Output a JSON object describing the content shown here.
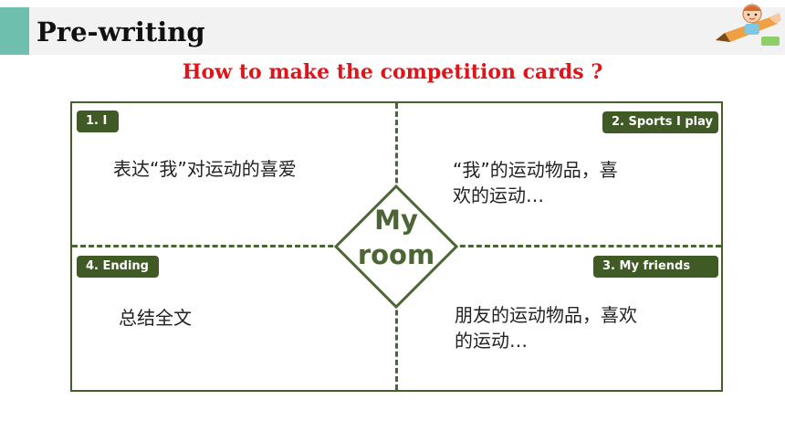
{
  "header": {
    "title": "Pre-writing"
  },
  "subtitle": "How to make the competition cards ?",
  "diagram": {
    "center": {
      "line1": "My",
      "line2": "room"
    },
    "quadrants": [
      {
        "tag": "1. I",
        "text": "表达“我”对运动的喜爱"
      },
      {
        "tag": "2. Sports I play",
        "text_line1": "“我”的运动物品，喜",
        "text_line2": "欢的运动…"
      },
      {
        "tag": "3. My friends",
        "text_line1": "朋友的运动物品，喜欢",
        "text_line2": "的运动…"
      },
      {
        "tag": "4. Ending",
        "text": "总结全文"
      }
    ]
  },
  "colors": {
    "accent": "#6fbfae",
    "title_red": "#e0141b",
    "tag_green": "#3f5a25",
    "line_green": "#4b6634"
  },
  "icons": {
    "logo": "pencil-kid-icon"
  }
}
